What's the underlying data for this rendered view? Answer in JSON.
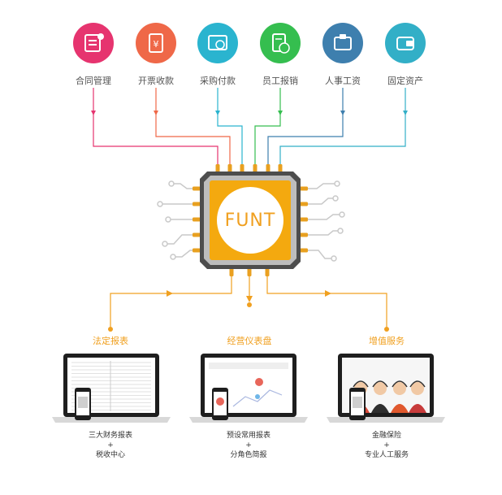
{
  "modules": [
    {
      "label": "合同管理",
      "color": "#e6346f",
      "icon": "contract-icon"
    },
    {
      "label": "开票收款",
      "color": "#ef6848",
      "icon": "invoice-icon"
    },
    {
      "label": "采购付款",
      "color": "#2ab4cf",
      "icon": "purchase-icon"
    },
    {
      "label": "员工报销",
      "color": "#35be4f",
      "icon": "reimburse-icon"
    },
    {
      "label": "人事工资",
      "color": "#3e7fae",
      "icon": "wallet-icon"
    },
    {
      "label": "固定资产",
      "color": "#32afc7",
      "icon": "asset-icon"
    }
  ],
  "chip": {
    "logo": "FUNT",
    "color": "#f4a90f"
  },
  "outputs": [
    {
      "title": "法定报表",
      "caption_line1": "三大财务报表",
      "caption_plus": "+",
      "caption_line2": "税收中心"
    },
    {
      "title": "经营仪表盘",
      "caption_line1": "预设常用报表",
      "caption_plus": "+",
      "caption_line2": "分角色简报"
    },
    {
      "title": "增值服务",
      "caption_line1": "金融保险",
      "caption_plus": "+",
      "caption_line2": "专业人工服务"
    }
  ],
  "colors": {
    "accent": "#f4a90f",
    "pin": "#e8a020",
    "circuit": "#c9c9c9"
  }
}
